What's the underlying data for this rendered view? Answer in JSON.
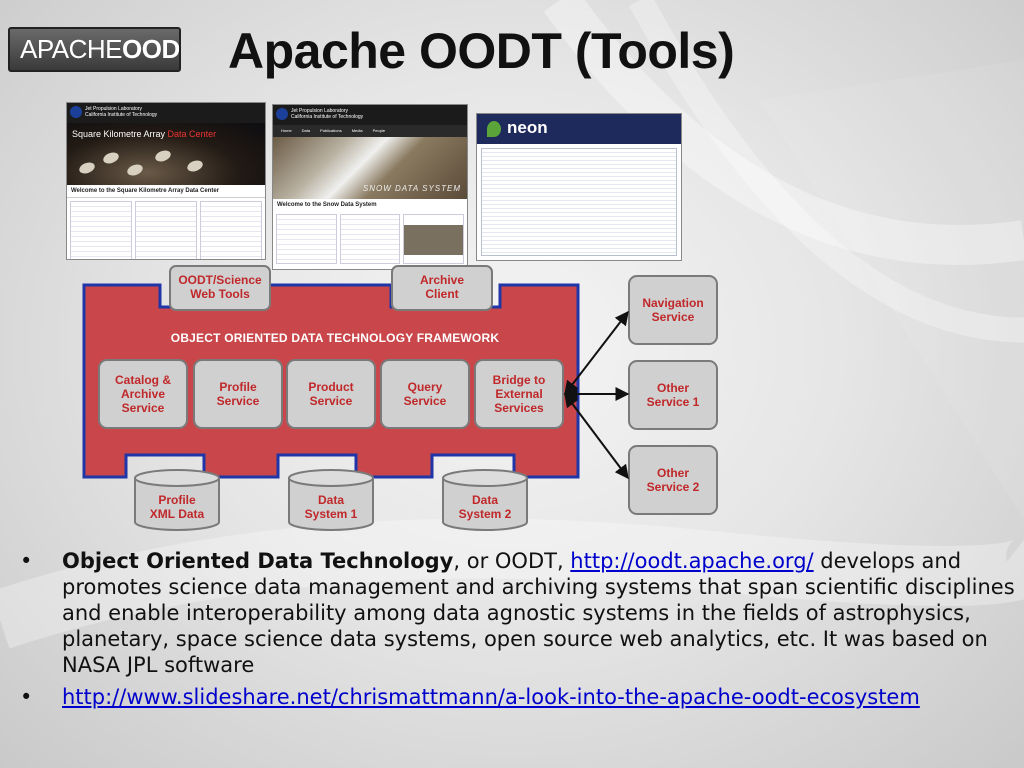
{
  "slide": {
    "logo": {
      "light": "APACHE",
      "bold": "OODT"
    },
    "title": "Apache OODT (Tools)"
  },
  "screenshots": {
    "ska": {
      "org": "Jet Propulsion Laboratory",
      "org_sub": "California Institute of Technology",
      "banner_prefix": "Square Kilometre Array ",
      "banner_highlight": "Data Center",
      "welcome": "Welcome to the Square Kilometre Array Data Center"
    },
    "snow": {
      "org": "Jet Propulsion Laboratory",
      "org_sub": "California Institute of Technology",
      "nav": [
        "Home",
        "Data",
        "Publications",
        "Media",
        "People"
      ],
      "banner_logo": "SNOW DATA SYSTEM",
      "welcome": "Welcome to the Snow Data System"
    },
    "neon": {
      "brand": "neon"
    }
  },
  "diagram": {
    "framework_title": "OBJECT ORIENTED DATA TECHNOLOGY FRAMEWORK",
    "top_tabs": [
      {
        "label": "OODT/Science\nWeb Tools"
      },
      {
        "label": "Archive\nClient"
      }
    ],
    "services": [
      {
        "label": "Catalog &\nArchive\nService"
      },
      {
        "label": "Profile\nService"
      },
      {
        "label": "Product\nService"
      },
      {
        "label": "Query\nService"
      },
      {
        "label": "Bridge to\nExternal\nServices"
      }
    ],
    "data_stores": [
      {
        "label": "Profile\nXML Data"
      },
      {
        "label": "Data\nSystem 1"
      },
      {
        "label": "Data\nSystem 2"
      }
    ],
    "external_services": [
      {
        "label": "Navigation\nService"
      },
      {
        "label": "Other\nService 1"
      },
      {
        "label": "Other\nService 2"
      }
    ],
    "colors": {
      "framework_fill": "#c9474a",
      "framework_border": "#1f35a8",
      "box_fill": "#d0d0d0",
      "box_text": "#c0282a"
    }
  },
  "bullets": [
    {
      "bold": "Object Oriented Data Technology",
      "text_before_link": ", or OODT, ",
      "link": "http://oodt.apache.org/",
      "text_after_link": " develops and promotes science data management and archiving systems that span scientific disciplines and enable interoperability among data agnostic systems in the fields of astrophysics, planetary, space science data systems, open source web analytics, etc. It was based on NASA JPL software"
    },
    {
      "link": "http://www.slideshare.net/chrismattmann/a-look-into-the-apache-oodt-ecosystem"
    }
  ]
}
